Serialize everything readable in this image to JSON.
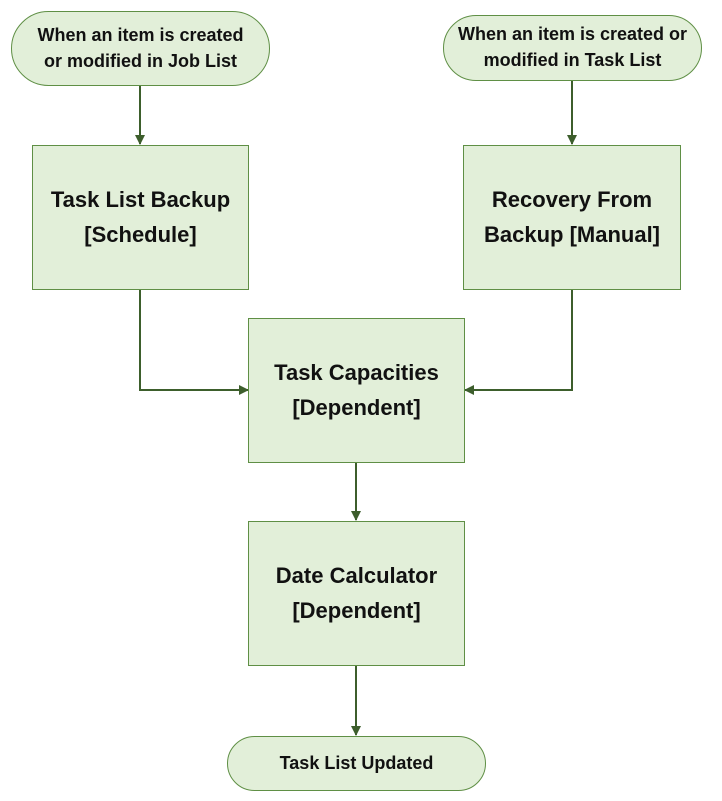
{
  "diagram": {
    "type": "flowchart",
    "nodes": {
      "trigger_job_list": {
        "shape": "terminal",
        "label": "When an item is created\nor modified in Job List"
      },
      "trigger_task_list": {
        "shape": "terminal",
        "label": "When an item is created or\nmodified in Task List"
      },
      "task_list_backup": {
        "shape": "process",
        "label": "Task List Backup\n[Schedule]"
      },
      "recovery_from_backup": {
        "shape": "process",
        "label": "Recovery From\nBackup [Manual]"
      },
      "task_capacities": {
        "shape": "process",
        "label": "Task Capacities\n[Dependent]"
      },
      "date_calculator": {
        "shape": "process",
        "label": "Date Calculator\n[Dependent]"
      },
      "task_list_updated": {
        "shape": "terminal",
        "label": "Task List Updated"
      }
    },
    "edges": [
      {
        "from": "trigger_job_list",
        "to": "task_list_backup"
      },
      {
        "from": "trigger_task_list",
        "to": "recovery_from_backup"
      },
      {
        "from": "task_list_backup",
        "to": "task_capacities"
      },
      {
        "from": "recovery_from_backup",
        "to": "task_capacities"
      },
      {
        "from": "task_capacities",
        "to": "date_calculator"
      },
      {
        "from": "date_calculator",
        "to": "task_list_updated"
      }
    ],
    "colors": {
      "node_fill": "#e2efd9",
      "node_border": "#5f8f45",
      "connector": "#3d5e2c",
      "text": "#111111"
    }
  }
}
